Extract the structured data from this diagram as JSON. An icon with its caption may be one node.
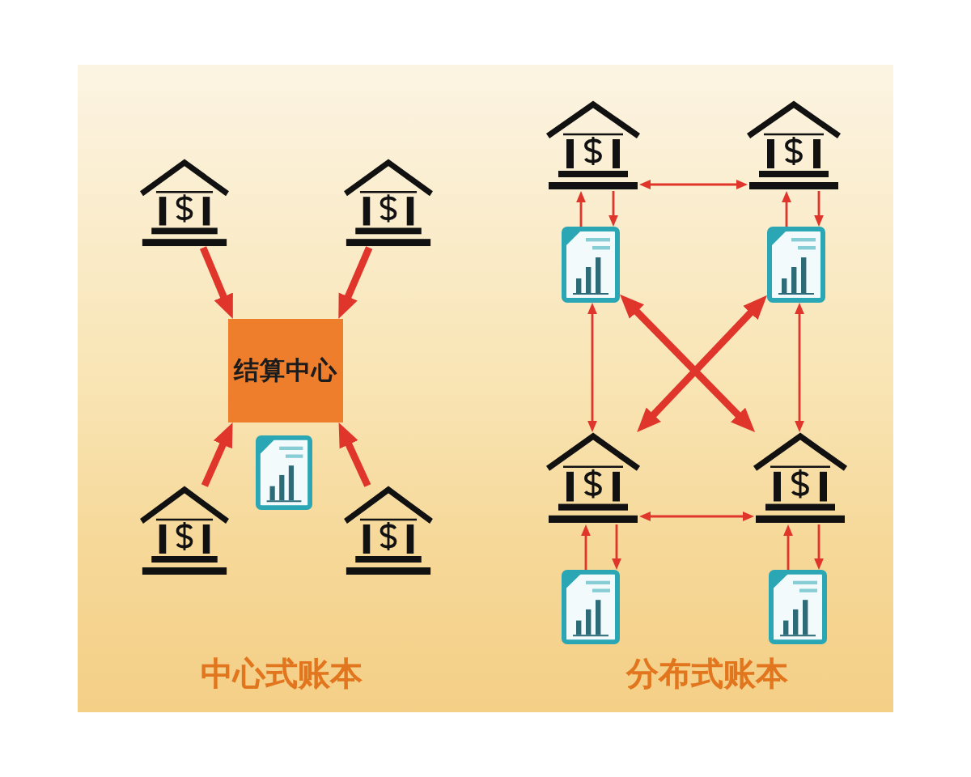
{
  "diagram": {
    "nodes": [
      {
        "text": [],
        "shape": "picture"
      },
      {
        "text": [],
        "shape": "picture"
      },
      {
        "text": [
          "结算中心"
        ]
      },
      {
        "text": [],
        "shape": "picture"
      },
      {
        "text": [],
        "shape": "picture"
      },
      {
        "text": [],
        "shape": "picture"
      },
      {
        "text": [],
        "shape": "picture"
      },
      {
        "text": [],
        "shape": "picture"
      },
      {
        "text": [],
        "shape": "picture"
      },
      {
        "text": [],
        "shape": "picture"
      },
      {
        "text": [],
        "shape": "picture"
      },
      {
        "text": [],
        "shape": "picture"
      },
      {
        "text": [],
        "shape": "picture"
      },
      {
        "text": [],
        "shape": "picture"
      }
    ],
    "edges": [
      {
        "from": 0,
        "to": 2,
        "arrow": "to",
        "style": "thick"
      },
      {
        "from": 1,
        "to": 2,
        "arrow": "to",
        "style": "thick"
      },
      {
        "from": 4,
        "to": 2,
        "arrow": "to",
        "style": "thick"
      },
      {
        "from": 5,
        "to": 2,
        "arrow": "to",
        "style": "thick"
      },
      {
        "from": 8,
        "to": 6,
        "arrow": "to"
      },
      {
        "from": 6,
        "to": 8,
        "arrow": "to"
      },
      {
        "from": 6,
        "to": 7,
        "arrow": "both"
      },
      {
        "from": 9,
        "to": 7,
        "arrow": "to"
      },
      {
        "from": 7,
        "to": 9,
        "arrow": "to"
      },
      {
        "from": 8,
        "to": 10,
        "arrow": "both"
      },
      {
        "from": 9,
        "to": 11,
        "arrow": "both"
      },
      {
        "from": 8,
        "to": 11,
        "arrow": "both",
        "style": "thick"
      },
      {
        "from": 9,
        "to": 10,
        "arrow": "both",
        "style": "thick"
      },
      {
        "from": 12,
        "to": 10,
        "arrow": "to"
      },
      {
        "from": 10,
        "to": 12,
        "arrow": "to"
      },
      {
        "from": 10,
        "to": 11,
        "arrow": "both"
      },
      {
        "from": 13,
        "to": 11,
        "arrow": "to"
      },
      {
        "from": 11,
        "to": 13,
        "arrow": "to"
      }
    ],
    "labels": [
      "中心式账本",
      "分布式账本"
    ]
  }
}
